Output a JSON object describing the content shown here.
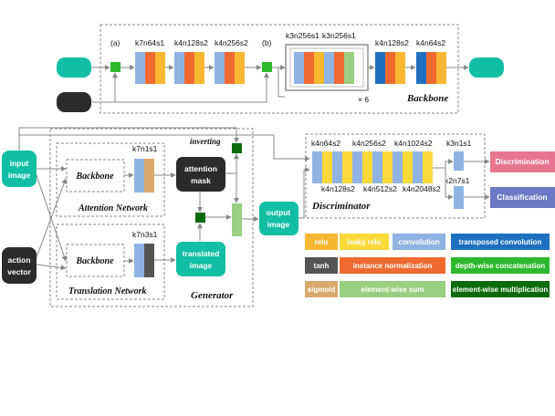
{
  "colors": {
    "conv": "#8fb4e3",
    "inorm": "#f06a30",
    "relu": "#f7b731",
    "lrelu": "#fbd93a",
    "tconv": "#1f6fc0",
    "tanh": "#555555",
    "dwconcat": "#2db82d",
    "sigmoid": "#d8a86c",
    "esum": "#98cf80",
    "emult": "#0b6b0b",
    "teal": "#12bfa4",
    "dark": "#2b2b2b",
    "pink": "#e8758f",
    "purple": "#6b79c7"
  },
  "backbone": {
    "title": "Backbone",
    "marker_a": "(a)",
    "marker_b": "(b)",
    "repeat": "× 6",
    "block_labels": [
      "k7n64s1",
      "k4n128s2",
      "k4n256s2",
      "k3n256s1",
      "k3n256s1",
      "k4n128s2",
      "k4n64s2"
    ]
  },
  "inputs": {
    "input_image": [
      "input",
      "image"
    ],
    "action_vector": [
      "action",
      "vector"
    ]
  },
  "attention": {
    "backbone": "Backbone",
    "conv_label": "k7n1s1",
    "title": "Attention Network",
    "mask": [
      "attention",
      "mask"
    ],
    "inverting": "inverting"
  },
  "translation": {
    "backbone": "Backbone",
    "conv_label": "k7n3s1",
    "title": "Translation Network",
    "translated": [
      "translated",
      "image"
    ]
  },
  "generator": {
    "title": "Generator",
    "output": [
      "output",
      "image"
    ]
  },
  "discriminator": {
    "title": "Discriminator",
    "top_labels": [
      "k4n64s2",
      "k4n256s2",
      "k4n1024s2",
      "k3n1s1"
    ],
    "bottom_labels": [
      "k4n128s2",
      "k4n512s2",
      "k4n2048s2",
      "k2n7s1"
    ],
    "heads": [
      "Discrimination",
      "Classification"
    ]
  },
  "legend": [
    {
      "label": "relu",
      "color": "#f7b731"
    },
    {
      "label": "leaky relu",
      "color": "#fbd93a"
    },
    {
      "label": "convolution",
      "color": "#8fb4e3"
    },
    {
      "label": "transposed convolution",
      "color": "#1f6fc0"
    },
    {
      "label": "tanh",
      "color": "#555555"
    },
    {
      "label": "instance normalization",
      "color": "#f06a30"
    },
    {
      "label": "depth-wise concatenation",
      "color": "#2db82d"
    },
    {
      "label": "sigmoid",
      "color": "#d8a86c"
    },
    {
      "label": "element-wise sum",
      "color": "#98cf80"
    },
    {
      "label": "element-wise multiplication",
      "color": "#0b6b0b"
    }
  ]
}
